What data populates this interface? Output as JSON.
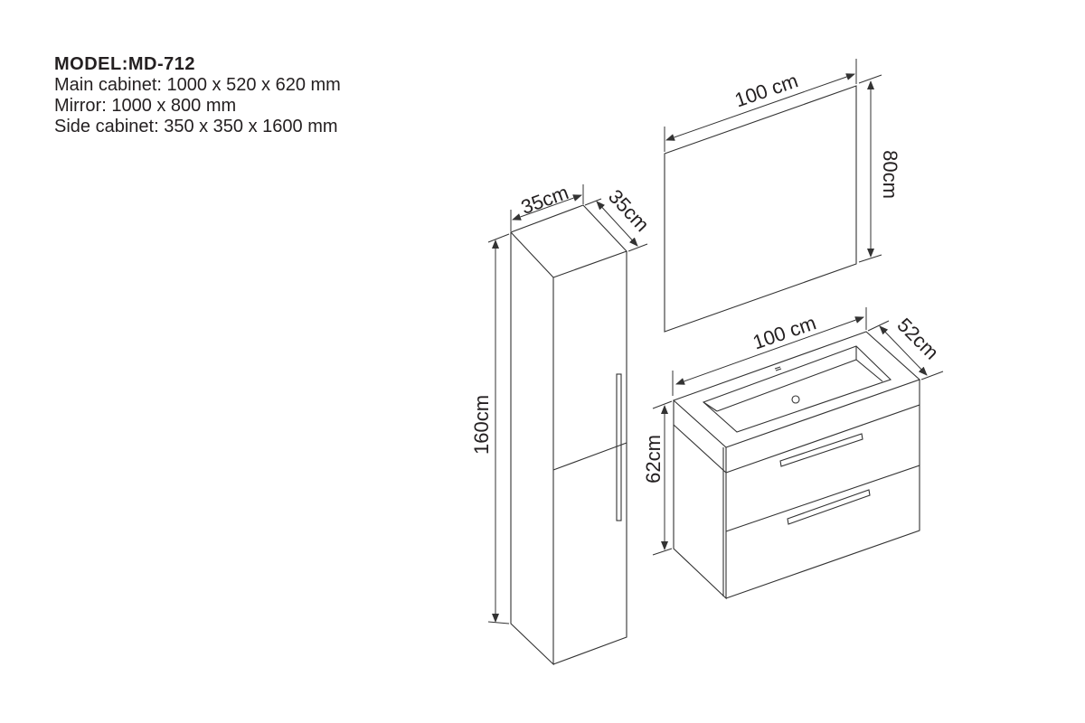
{
  "specs": {
    "model": "MODEL:MD-712",
    "main_cabinet": "Main cabinet: 1000 x 520 x 620 mm",
    "mirror": "Mirror: 1000 x 800 mm",
    "side_cabinet": "Side cabinet: 350 x 350 x 1600 mm"
  },
  "dimensions": {
    "side_width": "35cm",
    "side_depth": "35cm",
    "side_height": "160cm",
    "mirror_width": "100 cm",
    "mirror_height": "80cm",
    "cabinet_width": "100 cm",
    "cabinet_depth": "52cm",
    "cabinet_height": "62cm"
  }
}
